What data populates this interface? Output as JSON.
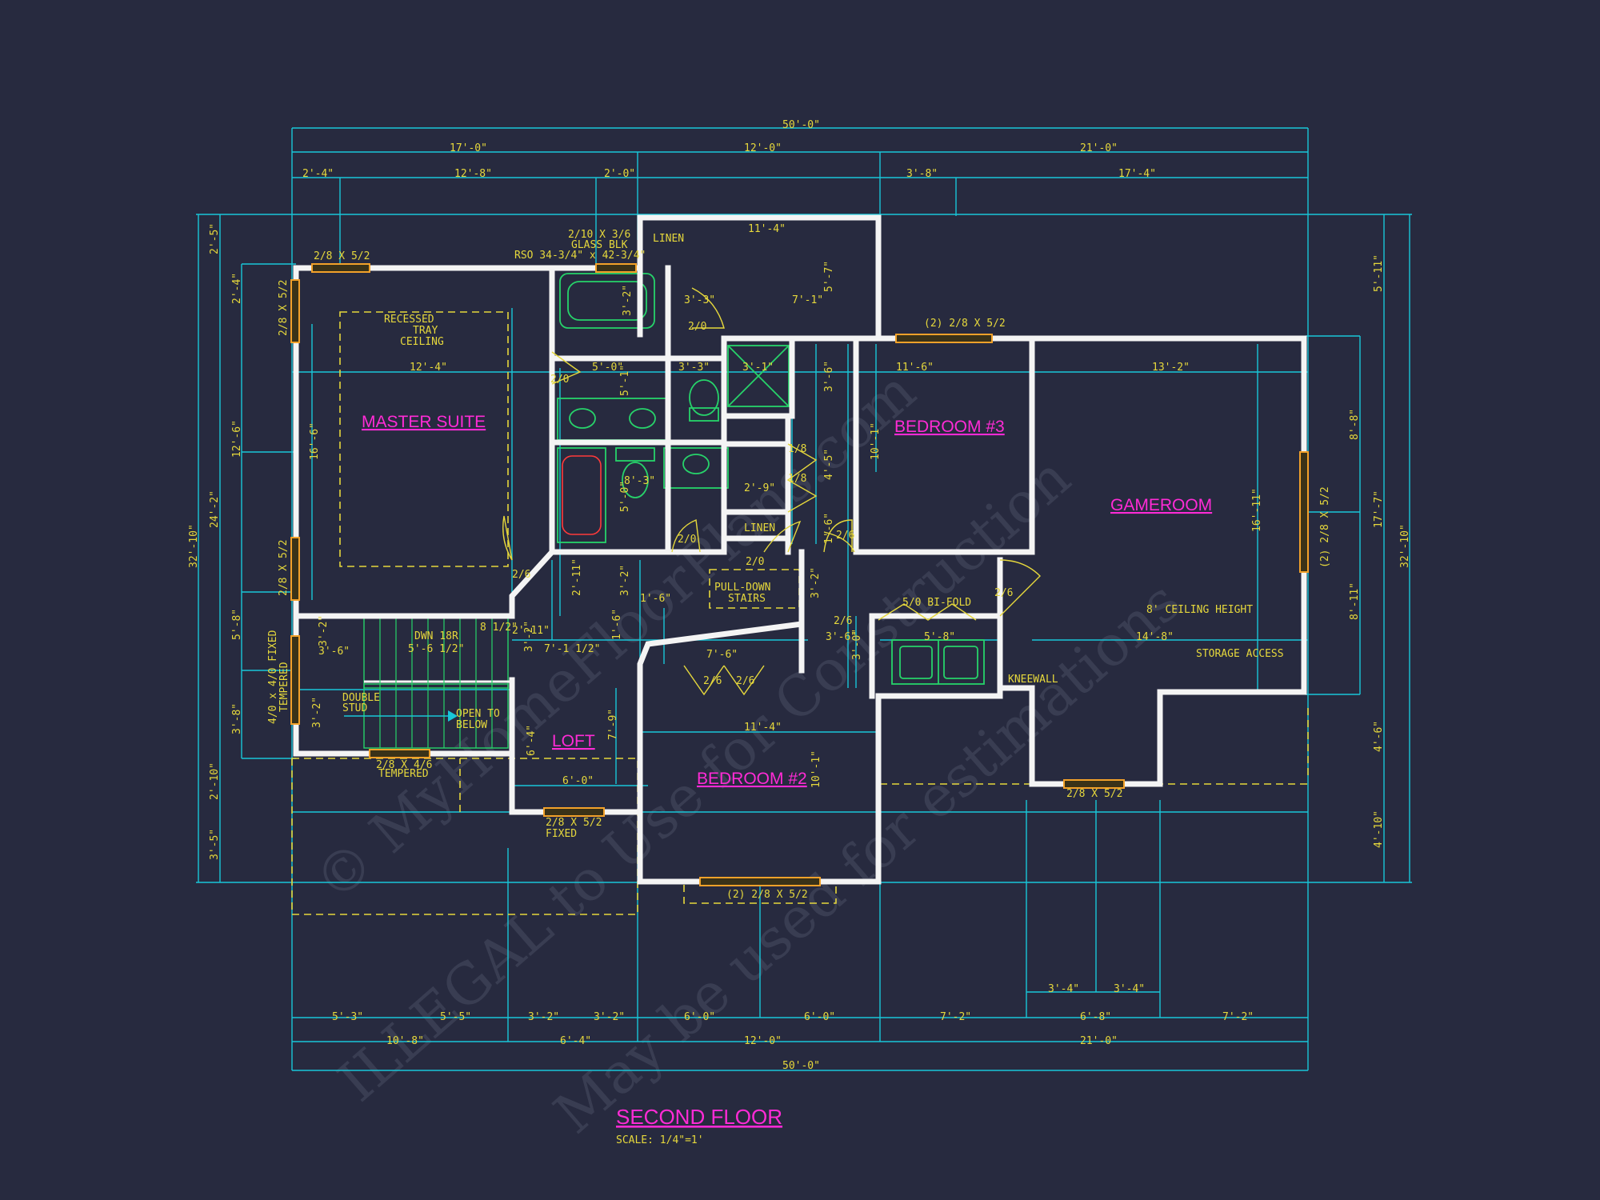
{
  "drawing": {
    "title": "SECOND FLOOR",
    "scale": "SCALE: 1/4\"=1'",
    "watermark_1": "© MyHomeFloorPlans.com",
    "watermark_2": "ILLEGAL to Use for Construction",
    "watermark_3": "May be used for estimations"
  },
  "rooms": {
    "master": "MASTER SUITE",
    "bedroom3": "BEDROOM #3",
    "bedroom2": "BEDROOM #2",
    "gameroom": "GAMEROOM",
    "loft": "LOFT"
  },
  "labels": {
    "recessed_1": "RECESSED",
    "recessed_2": "TRAY",
    "recessed_3": "CEILING",
    "glass_1": "2/10 X 3/6",
    "glass_2": "GLASS BLK",
    "glass_3": "RSO 34-3/4\" x 42-3/4\"",
    "linen_top": "LINEN",
    "linen_mid": "LINEN",
    "pulldown_1": "PULL-DOWN",
    "pulldown_2": "STAIRS",
    "bifold": "5/0 BI-FOLD",
    "ceiling_8": "8' CEILING HEIGHT",
    "storage": "STORAGE ACCESS",
    "kneewall": "KNEEWALL",
    "dwn": "DWN 18R",
    "double_1": "DOUBLE",
    "double_2": "STUD",
    "open_1": "OPEN TO",
    "open_2": "BELOW",
    "fixed_1": "4/0 x 4/0 FIXED",
    "fixed_2": "TEMPERED",
    "fixed_bot": "FIXED",
    "tempered": "TEMPERED"
  },
  "windows": {
    "w_top_left": "2/8 X 5/2",
    "w_left_upper": "2/8 X 5/2",
    "w_left_lower": "2/8 X 5/2",
    "w_bed3": "(2) 2/8 X 5/2",
    "w_game_right": "(2) 2/8 X 5/2",
    "w_stair": "2/8 X 4/6",
    "w_loft": "2/8 X 5/2",
    "w_bed2": "(2) 2/8 X 5/2",
    "w_game_bot": "2/8 X 5/2"
  },
  "doors": {
    "d1": "2/0",
    "d2": "2/0",
    "d3": "2/6",
    "d4": "2/0",
    "d5": "2/0",
    "d6": "2/6",
    "d7": "1/8",
    "d8": "1/8",
    "d9": "2/6",
    "d10": "2/6",
    "d11": "2/6",
    "d12": "2/6"
  },
  "dims_top": {
    "overall": "50'-0\"",
    "a": "17'-0\"",
    "b": "12'-0\"",
    "c": "21'-0\"",
    "d": "2'-4\"",
    "e": "12'-8\"",
    "f": "2'-0\"",
    "g": "3'-8\"",
    "h": "17'-4\""
  },
  "dims_bottom": {
    "overall": "50'-0\"",
    "a": "10'-8\"",
    "b": "6'-4\"",
    "c": "12'-0\"",
    "d": "21'-0\"",
    "e": "5'-3\"",
    "f": "5'-5\"",
    "g": "3'-2\"",
    "h": "3'-2\"",
    "i": "6'-0\"",
    "j": "6'-0\"",
    "k": "7'-2\"",
    "l": "6'-8\"",
    "m": "7'-2\"",
    "n": "3'-4\"",
    "o": "3'-4\""
  },
  "dims_left": {
    "overall": "32'-10\"",
    "a": "2'-5\"",
    "b": "24'-2\"",
    "c": "2'-10\"",
    "d": "3'-5\"",
    "e": "2'-4\"",
    "f": "12'-6\"",
    "g": "5'-8\"",
    "h": "3'-8\""
  },
  "dims_right": {
    "overall": "32'-10\"",
    "a": "5'-11\"",
    "b": "17'-7\"",
    "c": "4'-6\"",
    "d": "4'-10\"",
    "e": "8'-8\"",
    "f": "8'-11\""
  },
  "dims_inner": {
    "master_w": "12'-4\"",
    "master_h": "16'-6\"",
    "bath1": "5'-0\"",
    "bath2": "3'-3\"",
    "bath3": "3'-1\"",
    "bath4": "3'-6\"",
    "bath5": "5'-1\"",
    "bath6": "8'-3\"",
    "bath7": "5'-0\"",
    "tub1": "3'-2\"",
    "tub2": "7'-1\"",
    "tub3": "5'-7\"",
    "tub4": "3'-3\"",
    "linen_w": "11'-4\"",
    "bed3_w": "11'-6\"",
    "bed3_h": "10'-1\"",
    "hall1": "4'-5\"",
    "hall2": "2'-9\"",
    "hall3": "1'-6\"",
    "game_w": "13'-2\"",
    "game_h": "16'-11\"",
    "game2": "14'-8\"",
    "bed2_w": "11'-4\"",
    "bed2_h": "10'-1\"",
    "closet_w": "7'-6\"",
    "laundry_w": "5'-8\"",
    "s1": "3'-6\"",
    "s2": "5'-6 1/2\"",
    "s3": "3'-2\"",
    "s4": "3'-2\"",
    "s5": "2'-11\"",
    "s6": "3'-2\"",
    "s7": "1'-6\"",
    "s8": "7'-1 1/2\"",
    "s9": "1'-6\"",
    "s10": "3'-2\"",
    "s11": "3'-2\"",
    "s12": "3'-6\"",
    "s13": "3'-0\"",
    "s14": "2'-11\"",
    "s15": "8 1/2\"",
    "loft_w": "6'-0\"",
    "loft_h": "6'-4\"",
    "loft_h2": "7'-9\""
  }
}
